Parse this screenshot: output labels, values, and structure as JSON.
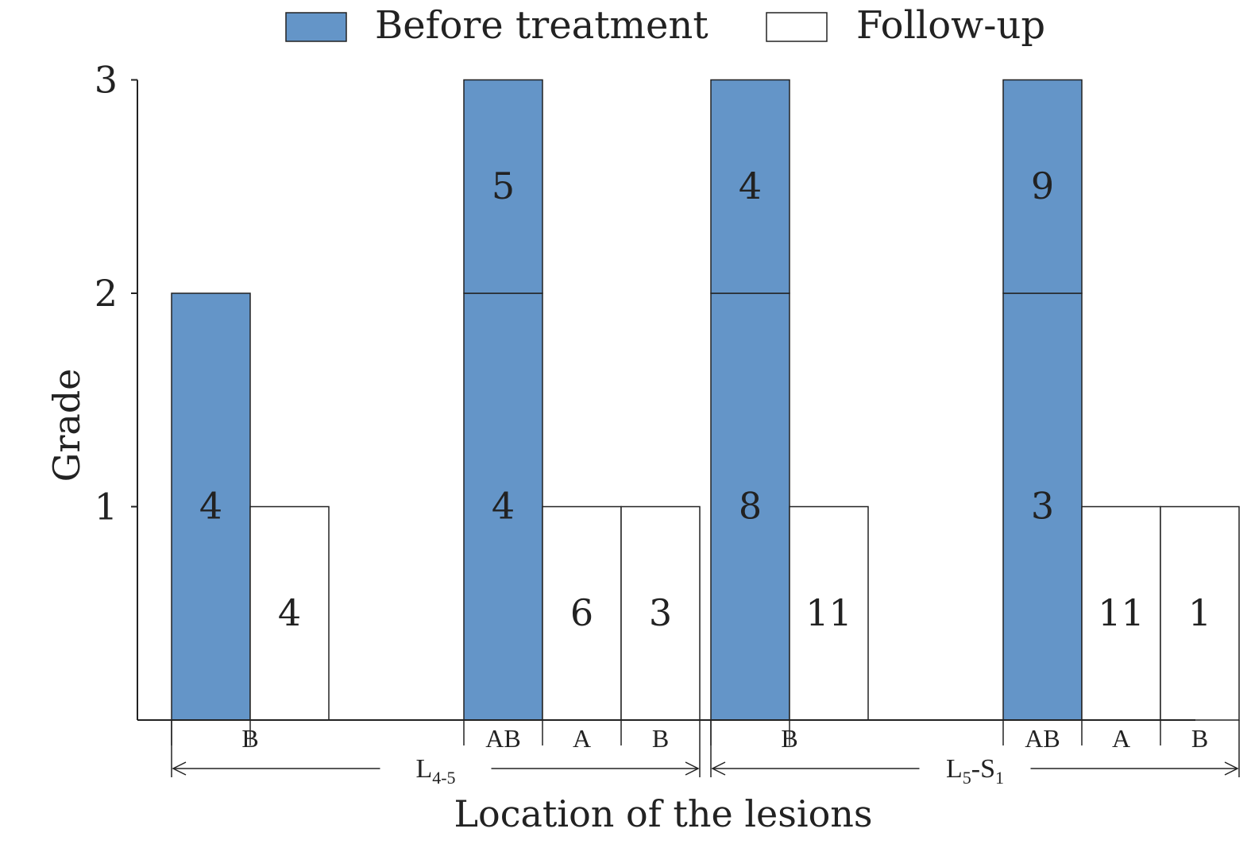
{
  "chart_data": {
    "type": "bar",
    "xlabel": "Location of the lesions",
    "ylabel": "Grade",
    "ylim": [
      0,
      3
    ],
    "yticks": [
      "1",
      "2",
      "3"
    ],
    "legend_position": "top",
    "colors": {
      "Before treatment": "#6495c8",
      "Follow-up": "#ffffff",
      "stroke": "#222222"
    },
    "series": [
      {
        "name": "Before treatment"
      },
      {
        "name": "Follow-up"
      }
    ],
    "groups": [
      {
        "label_main": "L",
        "label_sub": "4-5",
        "bars": [
          {
            "category": "B",
            "series": "Before treatment",
            "value": 2,
            "segments": [
              {
                "from": 0,
                "to": 2,
                "count": "4"
              }
            ]
          },
          {
            "category": "",
            "series": "Follow-up",
            "value": 1,
            "segments": [
              {
                "from": 0,
                "to": 1,
                "count": "4"
              }
            ]
          },
          {
            "category": "AB",
            "series": "Before treatment",
            "value": 3,
            "segments": [
              {
                "from": 0,
                "to": 2,
                "count": "4"
              },
              {
                "from": 2,
                "to": 3,
                "count": "5"
              }
            ]
          },
          {
            "category": "A",
            "series": "Follow-up",
            "value": 1,
            "segments": [
              {
                "from": 0,
                "to": 1,
                "count": "6"
              }
            ]
          },
          {
            "category": "B",
            "series": "Follow-up",
            "value": 1,
            "segments": [
              {
                "from": 0,
                "to": 1,
                "count": "3"
              }
            ]
          }
        ]
      },
      {
        "label_main": "L",
        "label_sub": "5",
        "label_mid": "-S",
        "label_sub2": "1",
        "bars": [
          {
            "category": "B",
            "series": "Before treatment",
            "value": 3,
            "segments": [
              {
                "from": 0,
                "to": 2,
                "count": "8"
              },
              {
                "from": 2,
                "to": 3,
                "count": "4"
              }
            ]
          },
          {
            "category": "",
            "series": "Follow-up",
            "value": 1,
            "segments": [
              {
                "from": 0,
                "to": 1,
                "count": "11"
              }
            ]
          },
          {
            "category": "AB",
            "series": "Before treatment",
            "value": 3,
            "segments": [
              {
                "from": 0,
                "to": 2,
                "count": "3"
              },
              {
                "from": 2,
                "to": 3,
                "count": "9"
              }
            ]
          },
          {
            "category": "A",
            "series": "Follow-up",
            "value": 1,
            "segments": [
              {
                "from": 0,
                "to": 1,
                "count": "11"
              }
            ]
          },
          {
            "category": "B",
            "series": "Follow-up",
            "value": 1,
            "segments": [
              {
                "from": 0,
                "to": 1,
                "count": "1"
              }
            ]
          }
        ]
      }
    ]
  }
}
